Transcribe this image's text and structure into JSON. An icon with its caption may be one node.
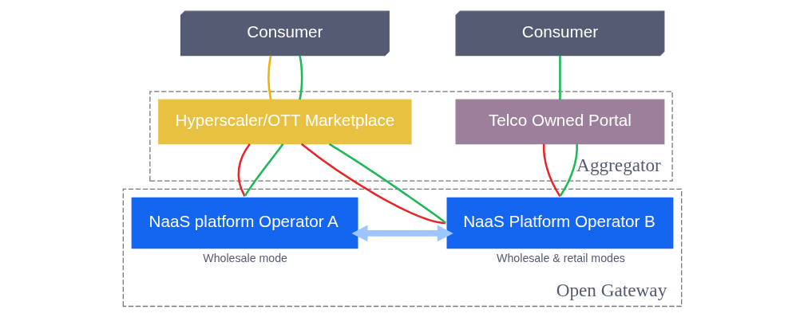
{
  "diagram": {
    "nodes": [
      {
        "text": [
          "Aggregator"
        ]
      },
      {
        "text": [
          "Consumer"
        ]
      },
      {
        "text": [
          "Consumer"
        ]
      },
      {
        "text": [
          "Hyperscaler/OTT Marketplace"
        ],
        "in": 0
      },
      {
        "text": [
          "Telco Owned Portal"
        ],
        "in": 0
      },
      {
        "text": [
          "Open Gateway"
        ]
      },
      {
        "text": [
          "NaaS platform Operator A"
        ],
        "in": 5,
        "beside": [
          "Wholesale mode"
        ]
      },
      {
        "text": [
          "NaaS Platform Operator B"
        ],
        "in": 5,
        "beside": [
          "Wholesale & retail modes"
        ]
      }
    ],
    "edges": [
      {
        "from": 1,
        "to": 3,
        "arrow": "none",
        "color": "#f0b400"
      },
      {
        "from": 1,
        "to": 3,
        "arrow": "none",
        "color": "#1db954"
      },
      {
        "from": 2,
        "to": 4,
        "arrow": "none",
        "color": "#1db954"
      },
      {
        "from": 3,
        "to": 6,
        "arrow": "none",
        "color": "#e8262a"
      },
      {
        "from": 3,
        "to": 6,
        "arrow": "none",
        "color": "#1db954"
      },
      {
        "from": 3,
        "to": 7,
        "arrow": "none",
        "color": "#e8262a"
      },
      {
        "from": 3,
        "to": 7,
        "arrow": "none",
        "color": "#1db954"
      },
      {
        "from": 4,
        "to": 7,
        "arrow": "none",
        "color": "#e8262a"
      },
      {
        "from": 4,
        "to": 7,
        "arrow": "none",
        "color": "#1db954"
      },
      {
        "from": 6,
        "to": 7,
        "arrow": "both",
        "style": "thick",
        "color": "#9ec5ff"
      }
    ]
  }
}
